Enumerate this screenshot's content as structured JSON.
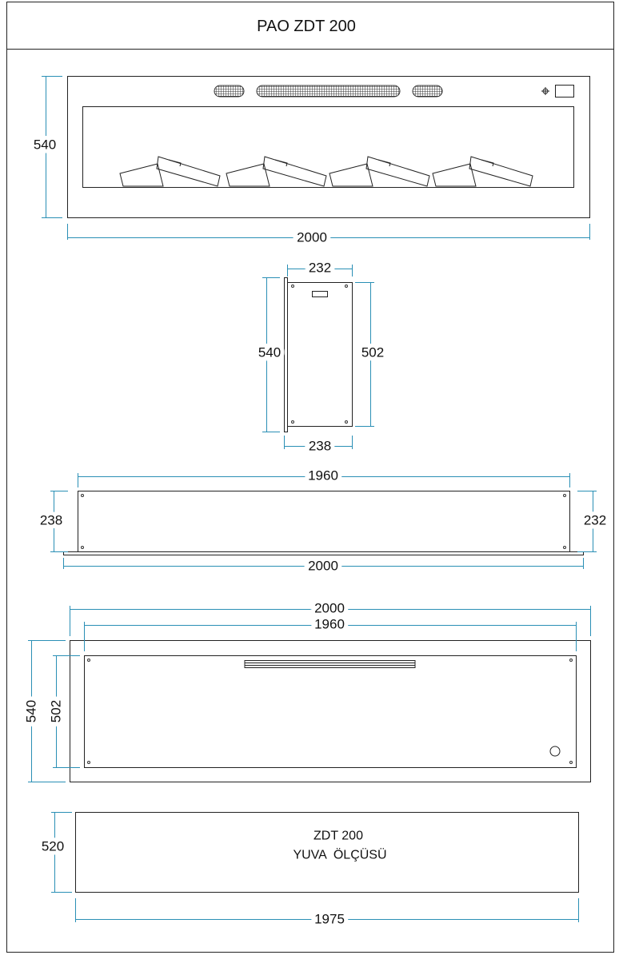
{
  "title": "PAO ZDT 200",
  "front_view": {
    "height": "540",
    "width": "2000"
  },
  "side_view": {
    "top_depth": "232",
    "height": "540",
    "body_height": "502",
    "bottom_depth": "238"
  },
  "top_view": {
    "body_width": "1960",
    "left_depth": "238",
    "right_depth": "232",
    "total_width": "2000"
  },
  "back_view": {
    "total_width": "2000",
    "body_width": "1960",
    "height": "540",
    "body_height": "502"
  },
  "niche": {
    "model": "ZDT 200",
    "label": "YUVA  ÖLÇÜSÜ",
    "height": "520",
    "width": "1975"
  },
  "colors": {
    "dimension": "#2a8fb5",
    "line": "#222222"
  }
}
